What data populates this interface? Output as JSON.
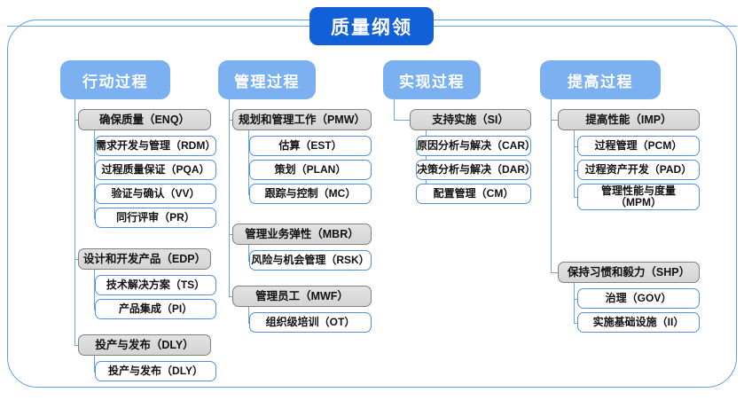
{
  "diagram": {
    "title": "质量纲领",
    "type": "hierarchy-tree",
    "colors": {
      "root_fill": "#1260d8",
      "header_fill": "#7bb1f0",
      "level2_fill": "#d9d9d9",
      "level2_border": "#808080",
      "level3_fill": "#ffffff",
      "level3_border": "#4f90e0",
      "connector": "#6aa6ea",
      "frame_border": "#5b9bee",
      "background": "#ffffff"
    },
    "columns": [
      {
        "id": "col-action",
        "header": "行动过程",
        "groups": [
          {
            "label": "确保质量（ENQ）",
            "children": [
              "需求开发与管理（RDM）",
              "过程质量保证（PQA）",
              "验证与确认（VV）",
              "同行评审（PR）"
            ]
          },
          {
            "label": "设计和开发产品（EDP）",
            "children": [
              "技术解决方案（TS）",
              "产品集成（PI）"
            ]
          },
          {
            "label": "投产与发布（DLY）",
            "children": [
              "投产与发布（DLY）"
            ]
          }
        ]
      },
      {
        "id": "col-manage",
        "header": "管理过程",
        "groups": [
          {
            "label": "规划和管理工作（PMW）",
            "children": [
              "估算（EST）",
              "策划（PLAN）",
              "跟踪与控制（MC）"
            ]
          },
          {
            "label": "管理业务弹性（MBR）",
            "children": [
              "风险与机会管理（RSK）"
            ]
          },
          {
            "label": "管理员工（MWF）",
            "children": [
              "组织级培训（OT）"
            ]
          }
        ]
      },
      {
        "id": "col-implement",
        "header": "实现过程",
        "groups": [
          {
            "label": "支持实施（SI）",
            "children": [
              "原因分析与解决（CAR）",
              "决策分析与解决（DAR）",
              "配置管理（CM）"
            ]
          }
        ]
      },
      {
        "id": "col-improve",
        "header": "提高过程",
        "groups": [
          {
            "label": "提高性能（IMP）",
            "children": [
              "过程管理（PCM）",
              "过程资产开发（PAD）",
              "管理性能与度量\n（MPM）"
            ]
          },
          {
            "label": "保持习惯和毅力（SHP）",
            "children": [
              "治理（GOV）",
              "实施基础设施（II）"
            ]
          }
        ]
      }
    ]
  }
}
